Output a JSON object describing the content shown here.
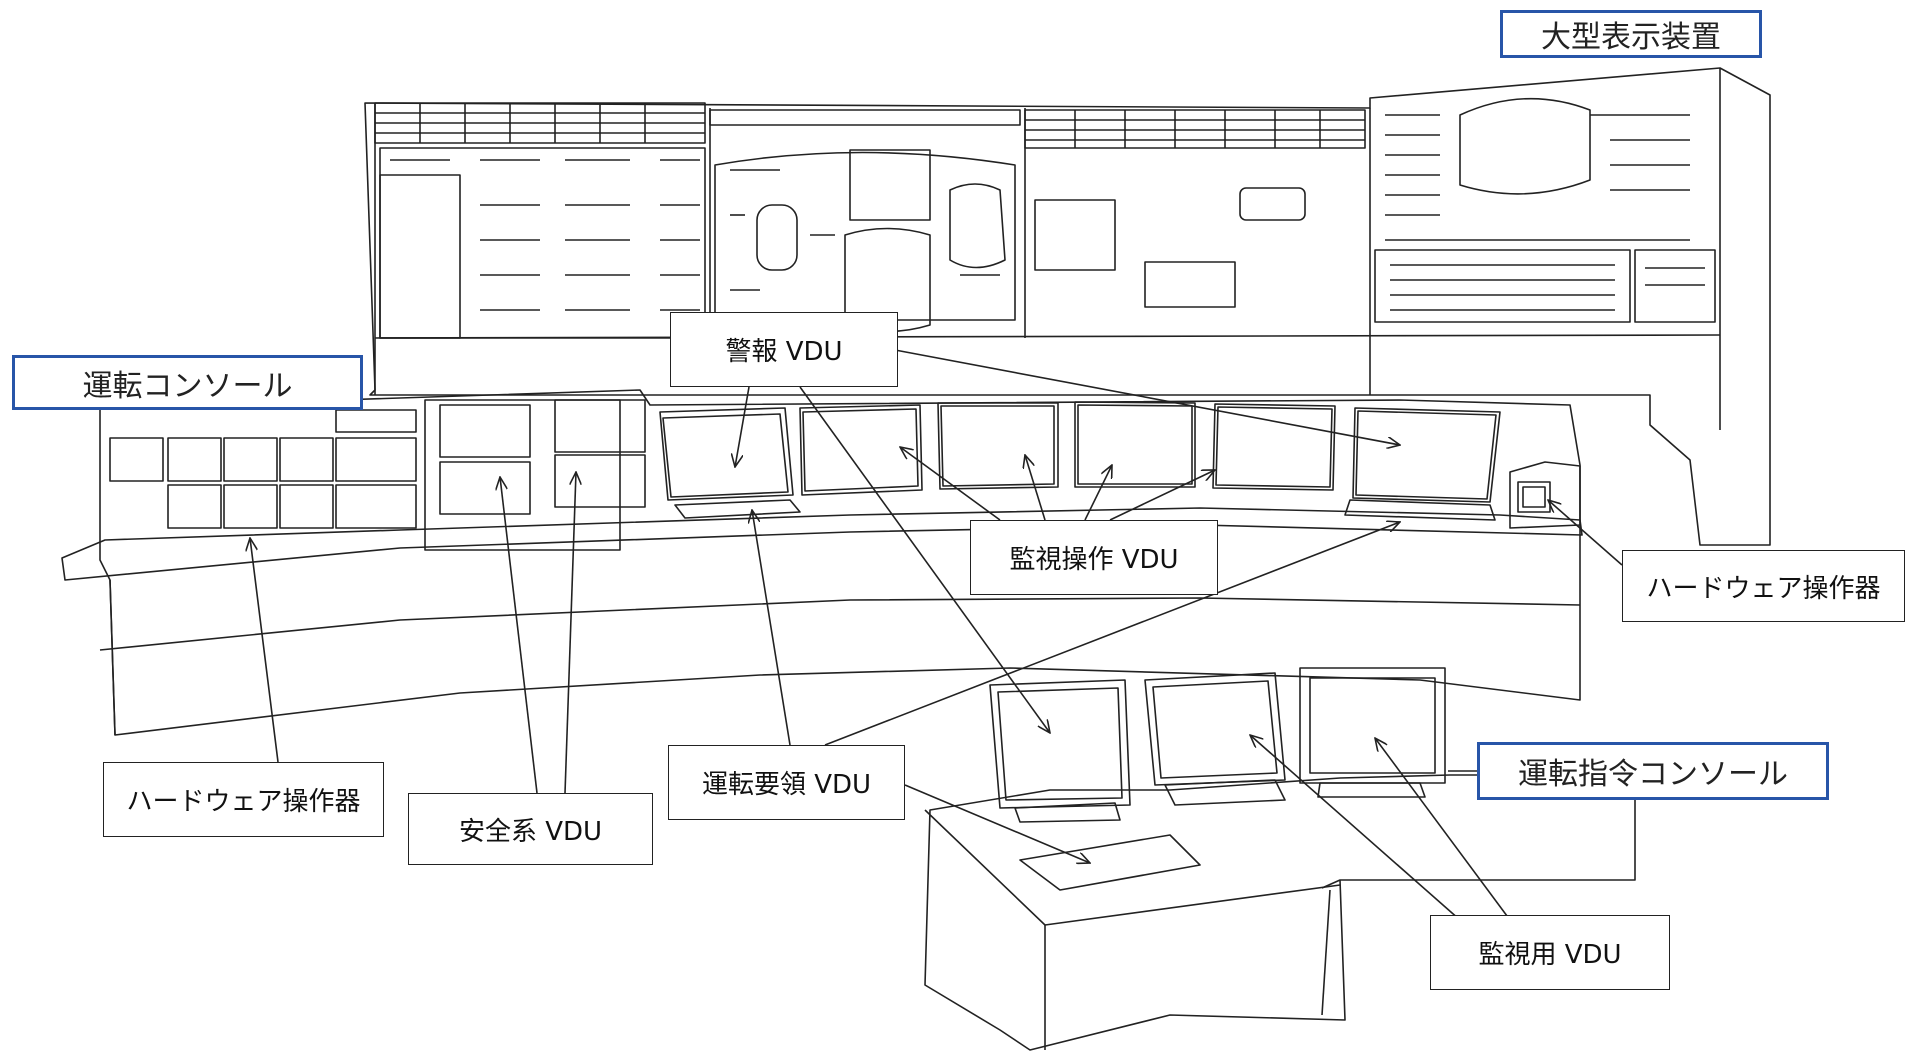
{
  "labels": {
    "large_display": "大型表示装置",
    "operation_console": "運転コンソール",
    "alarm_vdu": "警報 VDU",
    "monitor_operation_vdu": "監視操作 VDU",
    "hardware_operator_right": "ハードウェア操作器",
    "hardware_operator_left": "ハードウェア操作器",
    "safety_vdu": "安全系 VDU",
    "procedure_vdu": "運転要領 VDU",
    "command_console": "運転指令コンソール",
    "monitoring_vdu": "監視用 VDU"
  },
  "colors": {
    "label_border_blue": "#2855a8",
    "line": "#222222"
  }
}
